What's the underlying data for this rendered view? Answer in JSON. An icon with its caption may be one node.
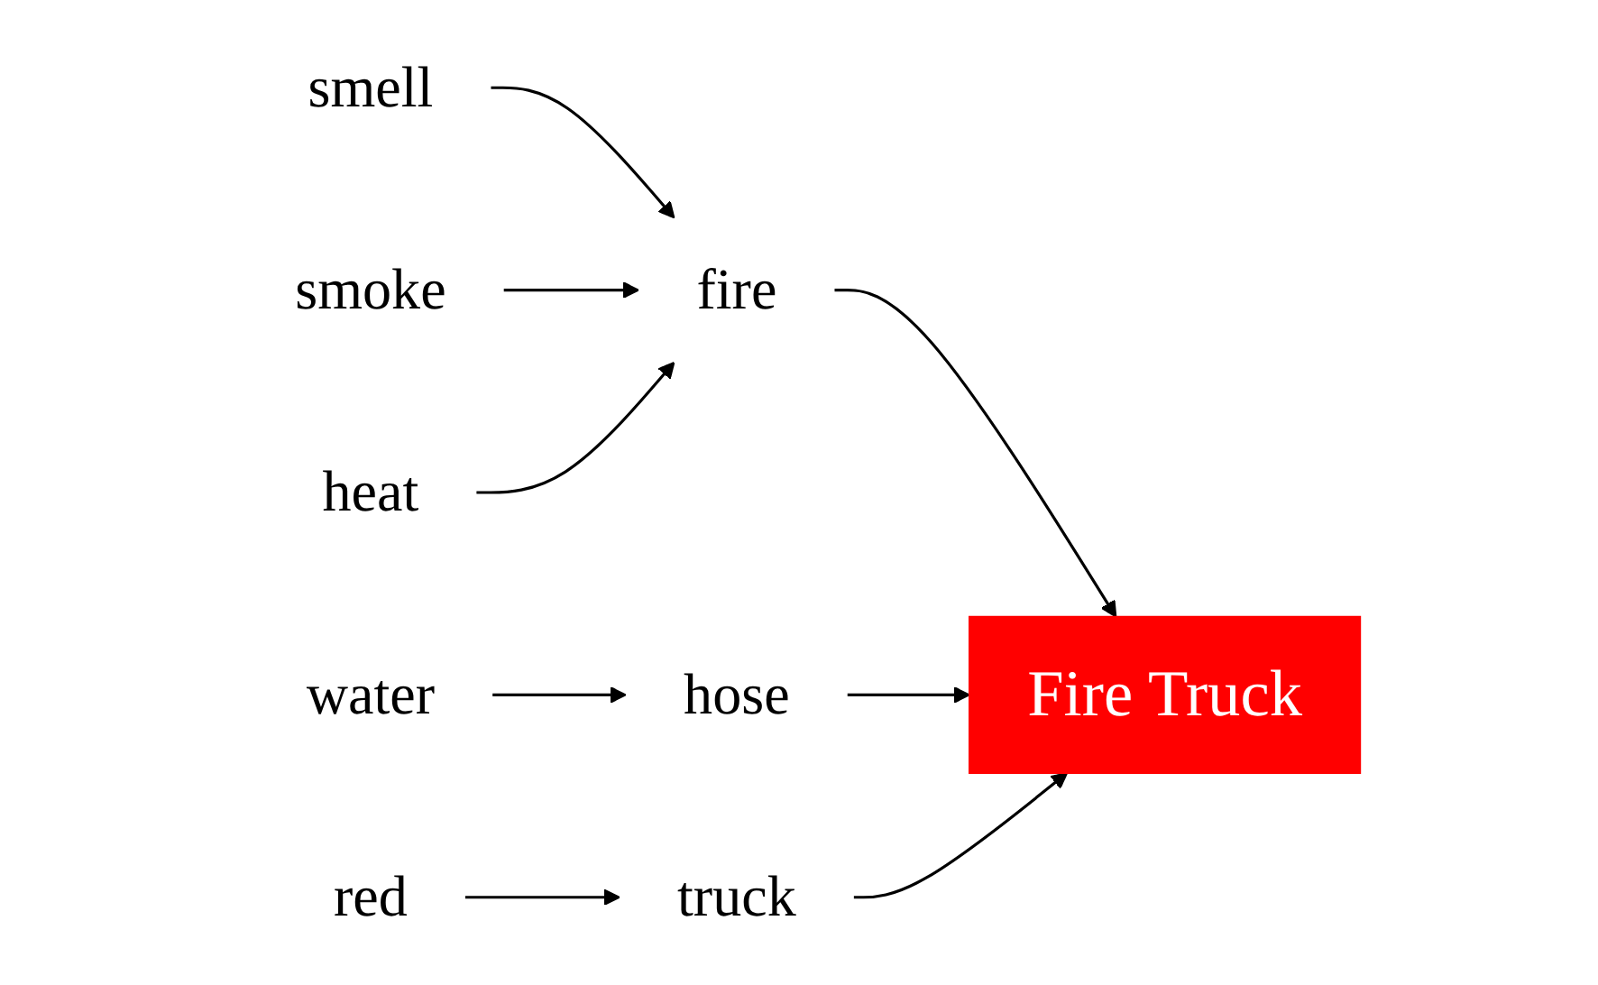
{
  "diagram": {
    "nodes": [
      {
        "text": [
          "water"
        ]
      },
      {
        "text": [
          "smell"
        ]
      },
      {
        "text": [
          "hose"
        ]
      },
      {
        "text": [
          "Fire Truck"
        ]
      },
      {
        "text": [
          "fire"
        ]
      },
      {
        "text": [
          "smoke"
        ]
      },
      {
        "text": [
          "truck"
        ]
      },
      {
        "text": [
          "heat"
        ]
      },
      {
        "text": [
          "red"
        ]
      }
    ],
    "edges": [
      {
        "from": 1,
        "to": 4,
        "arrow": "to"
      },
      {
        "from": 4,
        "to": 3,
        "arrow": "to"
      },
      {
        "from": 0,
        "to": 2,
        "arrow": "to"
      },
      {
        "from": 2,
        "to": 3,
        "arrow": "to"
      },
      {
        "from": 5,
        "to": 4,
        "arrow": "to"
      },
      {
        "from": 7,
        "to": 4,
        "arrow": "to"
      },
      {
        "from": 6,
        "to": 3,
        "arrow": "to"
      },
      {
        "from": 8,
        "to": 6,
        "arrow": "to"
      }
    ]
  }
}
